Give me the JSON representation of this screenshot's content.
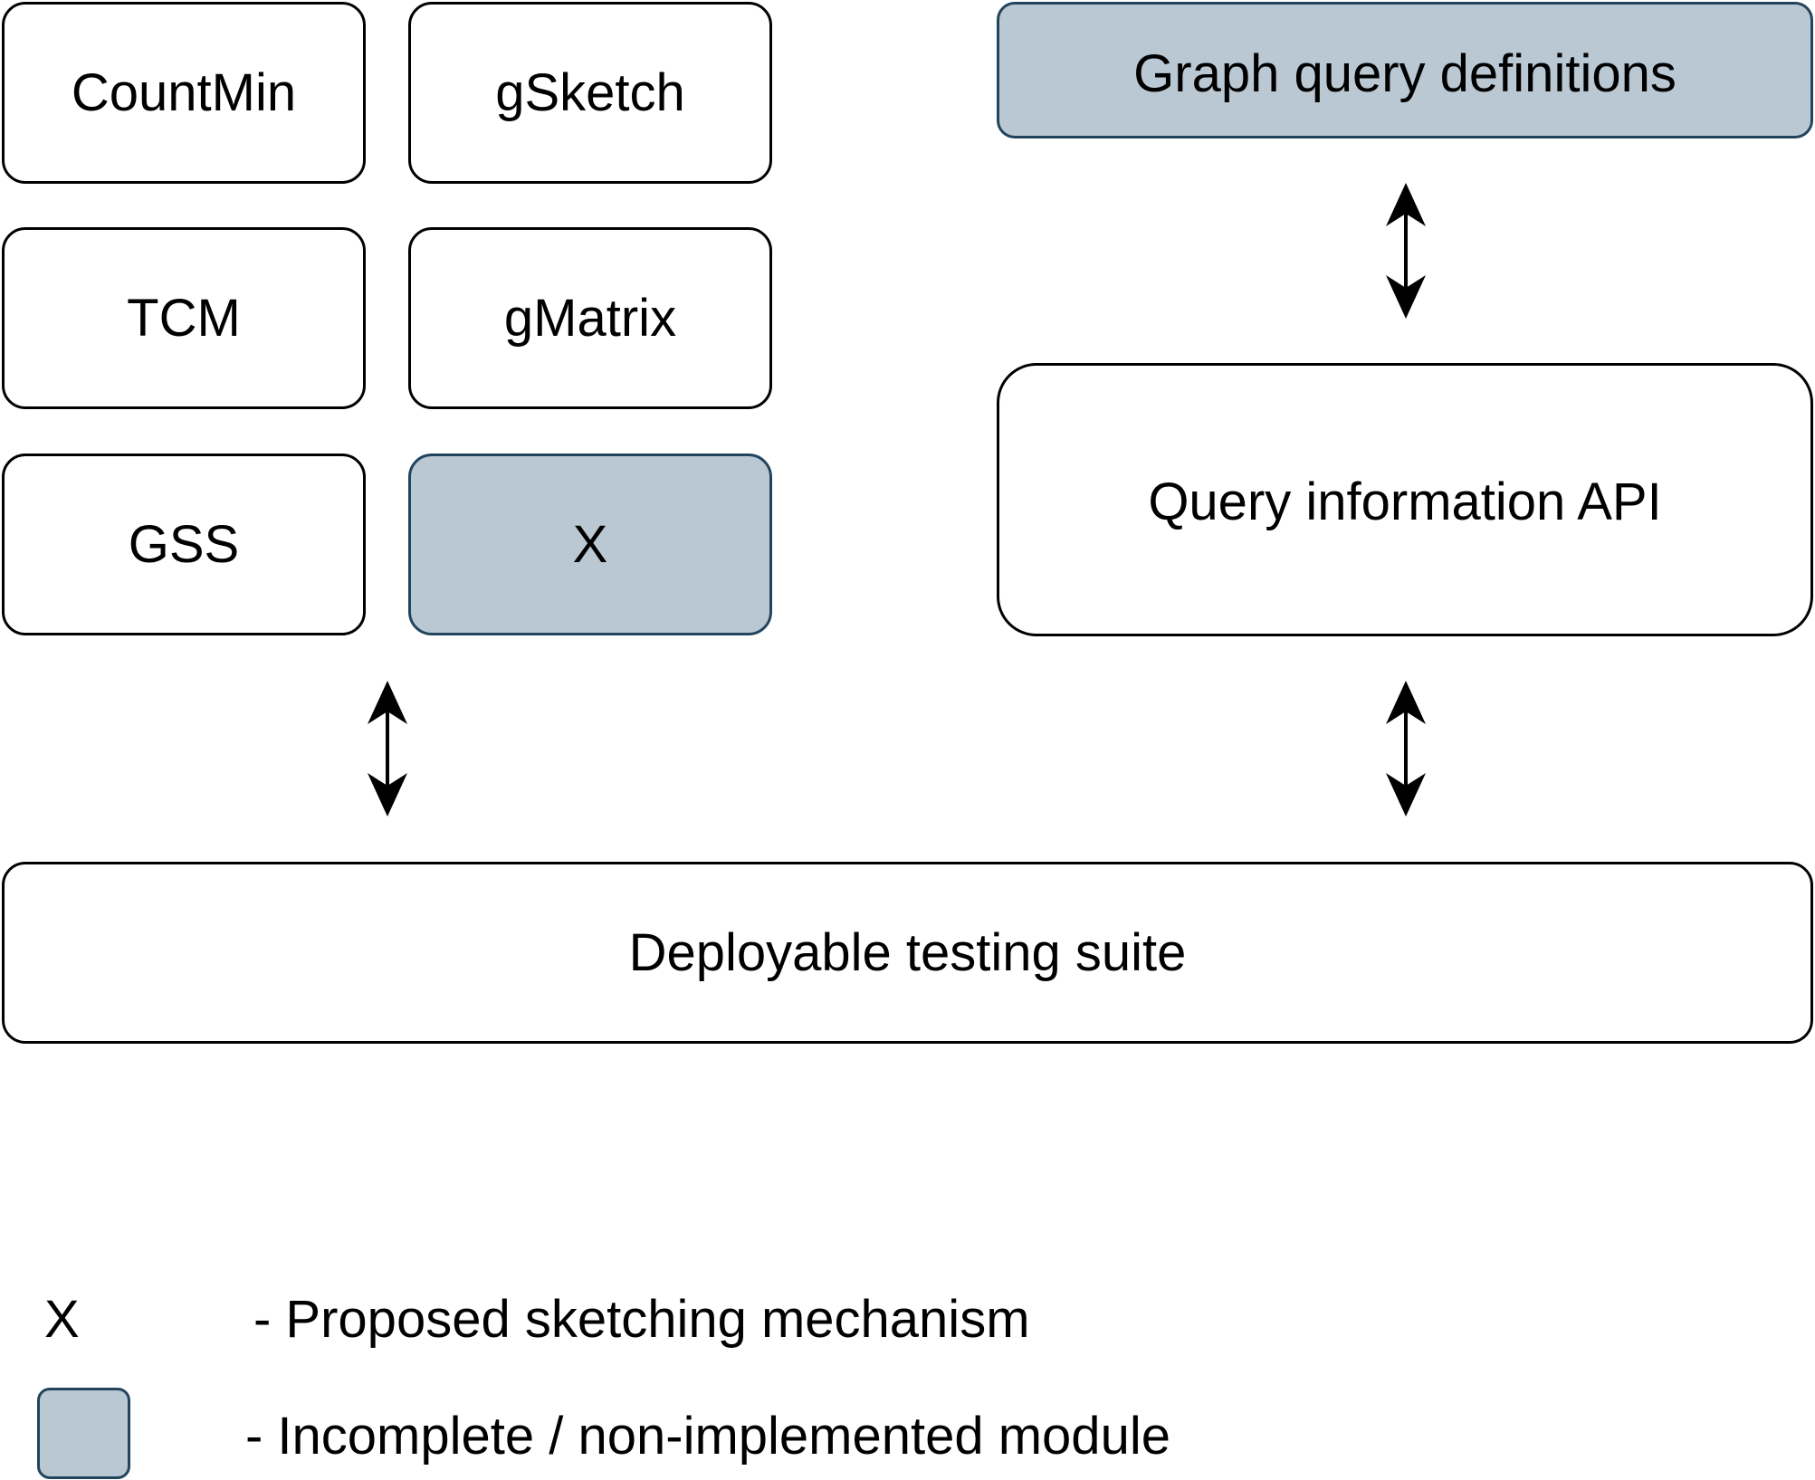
{
  "sketch_modules": {
    "countmin": "CountMin",
    "gsketch": "gSketch",
    "tcm": "TCM",
    "gmatrix": "gMatrix",
    "gss": "GSS",
    "x": "X"
  },
  "query_side": {
    "graph_query_definitions": "Graph query definitions",
    "query_information_api": "Query information API"
  },
  "testing_suite": {
    "label": "Deployable testing suite"
  },
  "legend": {
    "x_symbol": "X",
    "x_description": "- Proposed sketching mechanism",
    "swatch_description": "- Incomplete / non-implemented module"
  },
  "colors": {
    "incomplete_fill": "#bac8d3",
    "incomplete_border": "#23445d",
    "default_border": "#000000"
  }
}
